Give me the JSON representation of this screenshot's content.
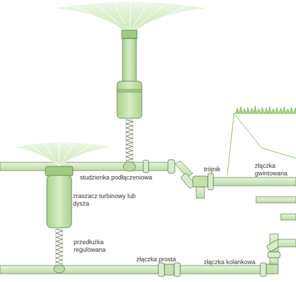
{
  "diagram": {
    "labels": [
      "studzienka podłączeniowa",
      "trójnik",
      "złączka gwintowana",
      "zraszacz turbinowy lub dysza",
      "przedłużka regulowana",
      "złączka prosta",
      "złączka kolankowa"
    ]
  }
}
